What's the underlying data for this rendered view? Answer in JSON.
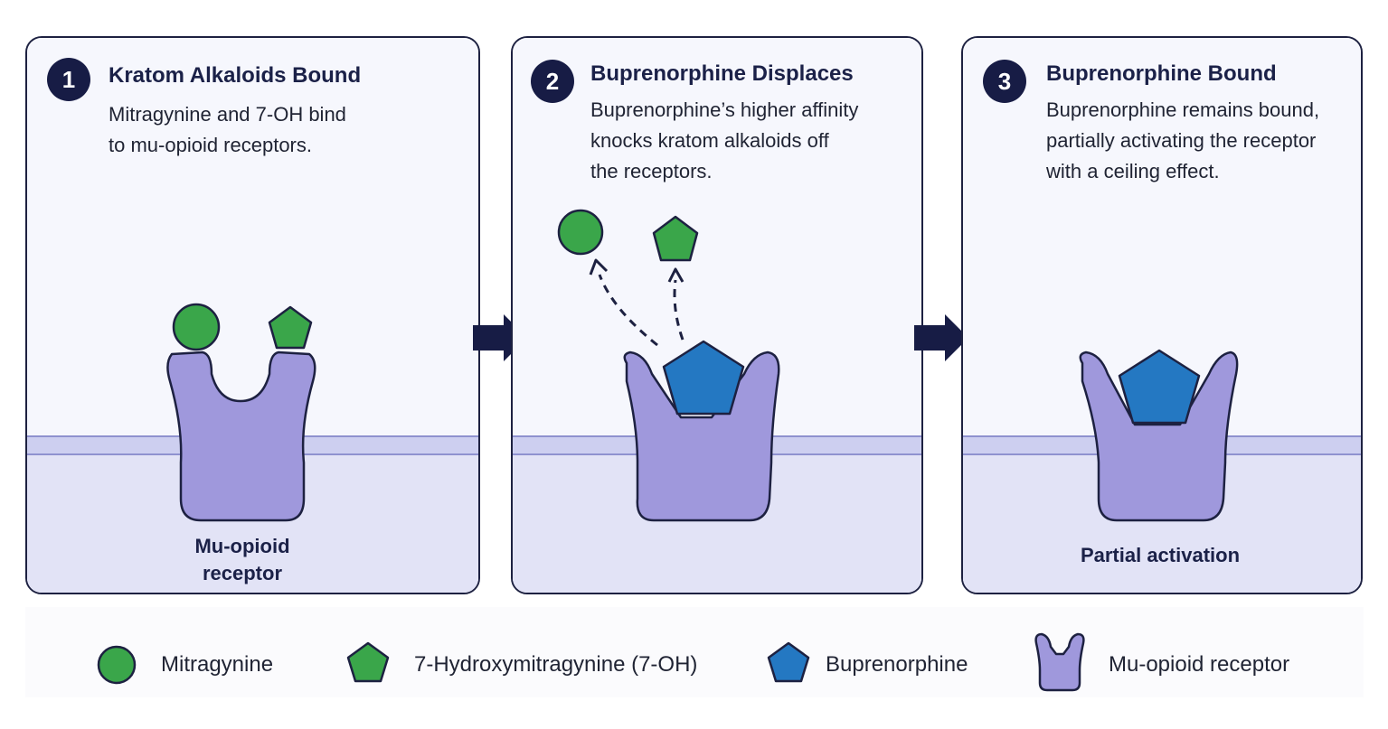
{
  "steps": [
    {
      "number": "1",
      "title": "Kratom Alkaloids Bound",
      "description": [
        "Mitragynine and 7-OH bind",
        "to mu-opioid receptors."
      ],
      "bottom_label": [
        "Mu-opioid",
        "receptor"
      ]
    },
    {
      "number": "2",
      "title": "Buprenorphine Displaces",
      "description": [
        "Buprenorphine’s higher affinity",
        "knocks kratom alkaloids off",
        "the receptors."
      ]
    },
    {
      "number": "3",
      "title": "Buprenorphine Bound",
      "description": [
        "Buprenorphine remains bound,",
        "partially activating the receptor",
        "with a ceiling effect."
      ],
      "bottom_label": [
        "Partial activation"
      ]
    }
  ],
  "legend": [
    {
      "icon": "green-circle",
      "label": "Mitragynine"
    },
    {
      "icon": "green-pentagon",
      "label": "7-Hydroxymitragynine (7-OH)"
    },
    {
      "icon": "blue-pentagon",
      "label": "Buprenorphine"
    },
    {
      "icon": "receptor-shape",
      "label": "Mu-opioid receptor"
    }
  ],
  "colors": {
    "mitragynine": "#3aa64a",
    "hydroxymitragynine": "#3aa64a",
    "buprenorphine": "#2478c2",
    "receptor": "#9f98dc",
    "outline": "#1d2141",
    "step_badge": "#171c45"
  }
}
